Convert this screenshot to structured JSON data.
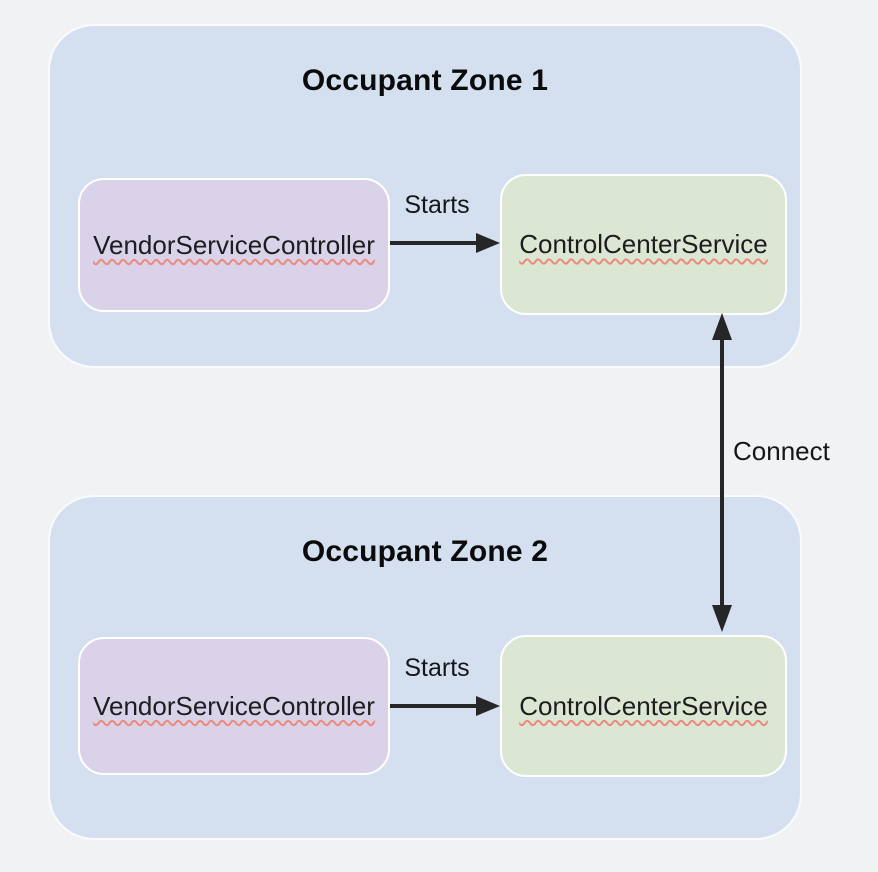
{
  "diagram": {
    "zones": [
      {
        "title": "Occupant Zone 1",
        "controller_label": "VendorServiceController",
        "service_label": "ControlCenterService",
        "edge_label": "Starts"
      },
      {
        "title": "Occupant Zone 2",
        "controller_label": "VendorServiceController",
        "service_label": "ControlCenterService",
        "edge_label": "Starts"
      }
    ],
    "connect_edge_label": "Connect",
    "colors": {
      "page_background": "#f1f2f4",
      "zone_fill": "#d4e0f0",
      "controller_fill": "#d9d2e9",
      "service_fill": "#dbe7d3",
      "arrow": "#262626",
      "spellcheck_underline": "#e98b7d"
    }
  }
}
